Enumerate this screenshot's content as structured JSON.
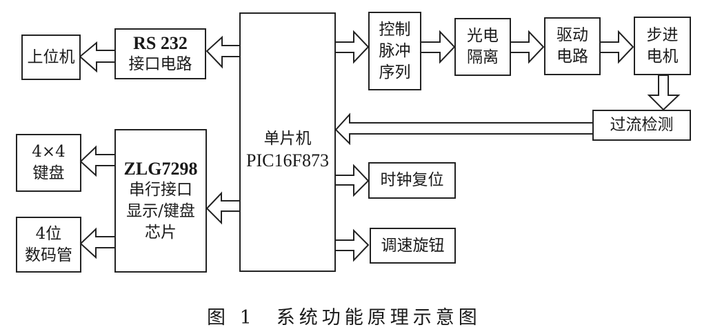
{
  "figure": {
    "caption_label": "图 1",
    "caption_title": "系统功能原理示意图"
  },
  "blocks": {
    "host_pc": {
      "lines": [
        "上位机"
      ]
    },
    "rs232": {
      "lines": [
        "RS 232",
        "接口电路"
      ]
    },
    "mcu": {
      "lines": [
        "单片机",
        "PIC16F873"
      ]
    },
    "pulse": {
      "lines": [
        "控制",
        "脉冲",
        "序列"
      ]
    },
    "opto": {
      "lines": [
        "光电",
        "隔离"
      ]
    },
    "driver": {
      "lines": [
        "驱动",
        "电路"
      ]
    },
    "motor": {
      "lines": [
        "步进",
        "电机"
      ]
    },
    "overcurrent": {
      "lines": [
        "过流检测"
      ]
    },
    "keypad": {
      "lines": [
        "4×4",
        "键盘"
      ]
    },
    "zlg": {
      "lines": [
        "ZLG7298",
        "串行接口",
        "显示/键盘",
        "芯片"
      ]
    },
    "display": {
      "lines": [
        "4位",
        "数码管"
      ]
    },
    "clock_reset": {
      "lines": [
        "时钟复位"
      ]
    },
    "speed_knob": {
      "lines": [
        "调速旋钮"
      ]
    }
  },
  "connections": [
    {
      "from": "mcu",
      "to": "rs232",
      "type": "block-arrow"
    },
    {
      "from": "rs232",
      "to": "host_pc",
      "type": "block-arrow"
    },
    {
      "from": "mcu",
      "to": "pulse",
      "type": "block-arrow"
    },
    {
      "from": "pulse",
      "to": "opto",
      "type": "block-arrow"
    },
    {
      "from": "opto",
      "to": "driver",
      "type": "block-arrow"
    },
    {
      "from": "driver",
      "to": "motor",
      "type": "block-arrow"
    },
    {
      "from": "motor",
      "to": "overcurrent",
      "type": "block-arrow"
    },
    {
      "from": "overcurrent",
      "to": "mcu",
      "type": "block-arrow"
    },
    {
      "from": "mcu",
      "to": "clock_reset",
      "type": "block-arrow"
    },
    {
      "from": "mcu",
      "to": "speed_knob",
      "type": "block-arrow"
    },
    {
      "from": "mcu",
      "to": "zlg",
      "type": "block-arrow"
    },
    {
      "from": "zlg",
      "to": "keypad",
      "type": "block-arrow"
    },
    {
      "from": "zlg",
      "to": "display",
      "type": "block-arrow"
    }
  ]
}
